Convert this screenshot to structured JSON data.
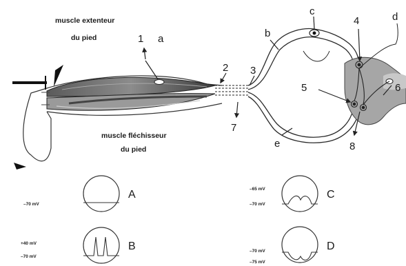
{
  "diagram": {
    "muscle_extensor_line1": "muscle extenteur",
    "muscle_extensor_line2": "du pied",
    "muscle_flexor_line1": "muscle fléchisseur",
    "muscle_flexor_line2": "du pied",
    "labels": {
      "n1": "1",
      "a": "a",
      "n2": "2",
      "n3": "3",
      "b": "b",
      "c": "c",
      "n4": "4",
      "d": "d",
      "n5": "5",
      "n6": "6",
      "n7": "7",
      "n8": "8",
      "e": "e"
    }
  },
  "oscilloscopes": [
    {
      "letter": "A",
      "values": [
        "–70 mV"
      ],
      "trace": "flat"
    },
    {
      "letter": "B",
      "values": [
        "+40 mV",
        "–70 mV"
      ],
      "trace": "spikes"
    },
    {
      "letter": "C",
      "values": [
        "–65 mV",
        "–70 mV"
      ],
      "trace": "depolarization"
    },
    {
      "letter": "D",
      "values": [
        "–70 mV",
        "–75 mV"
      ],
      "trace": "hyperpolarization"
    }
  ],
  "colors": {
    "muscle_dark": "#3a3a3a",
    "muscle_mid": "#7a7a7a",
    "tissue_gray": "#a8a8a8",
    "line": "#2a2a2a"
  }
}
